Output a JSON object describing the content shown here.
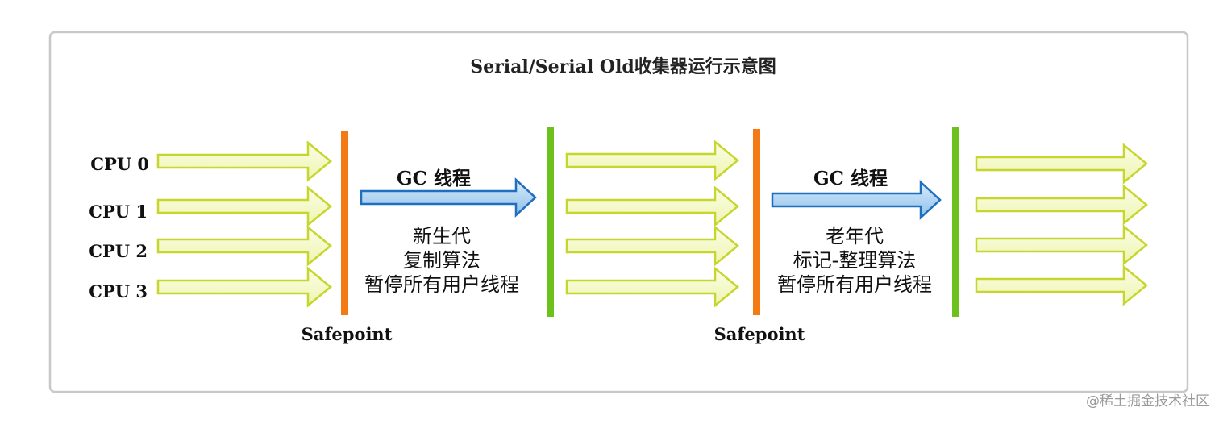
{
  "title": "Serial/Serial Old收集器运行示意图",
  "cpus": [
    "CPU 0",
    "CPU 1",
    "CPU 2",
    "CPU 3"
  ],
  "phases": [
    {
      "gc_label": "GC 线程",
      "lines": [
        "新生代",
        "复制算法",
        "暂停所有用户线程"
      ],
      "safepoint_label": "Safepoint"
    },
    {
      "gc_label": "GC 线程",
      "lines": [
        "老年代",
        "标记-整理算法",
        "暂停所有用户线程"
      ],
      "safepoint_label": "Safepoint"
    }
  ],
  "watermark": "@稀土掘金技术社区",
  "colors": {
    "cpu_arrow_fill": "#f4f9c4",
    "cpu_arrow_stroke": "#c6d62c",
    "gc_arrow_fill": "#a9d0f0",
    "gc_arrow_stroke": "#1f6fbf",
    "safepoint_bar": "#f47a14",
    "resume_bar": "#6cc11c",
    "frame_stroke": "#c8c8c8"
  }
}
